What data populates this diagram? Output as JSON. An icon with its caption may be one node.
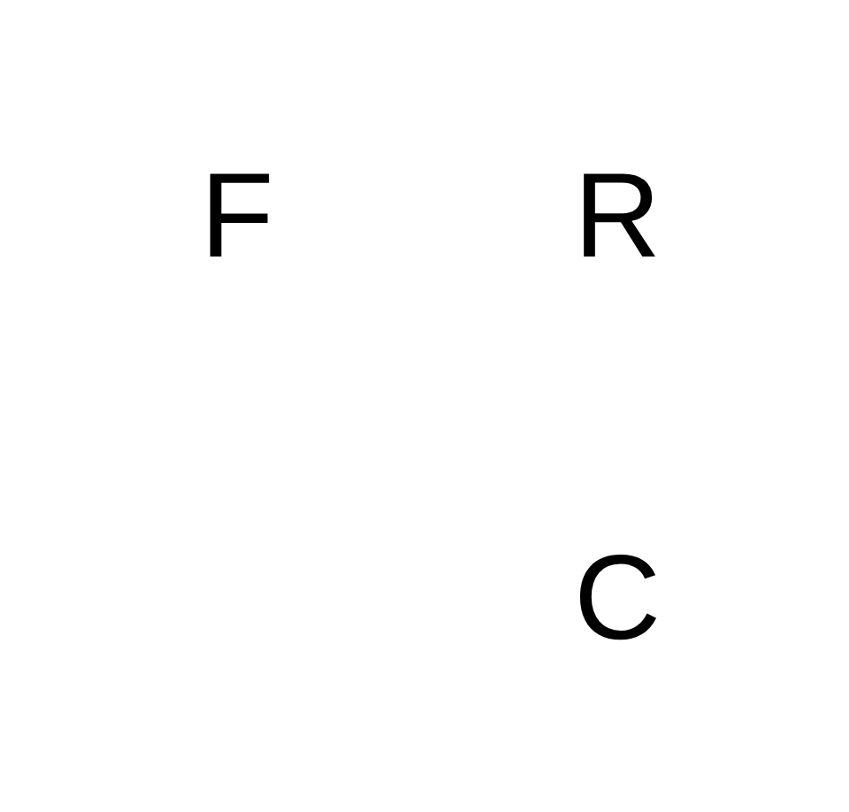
{
  "diagram": {
    "labels": [
      "F",
      "R",
      "C"
    ]
  }
}
